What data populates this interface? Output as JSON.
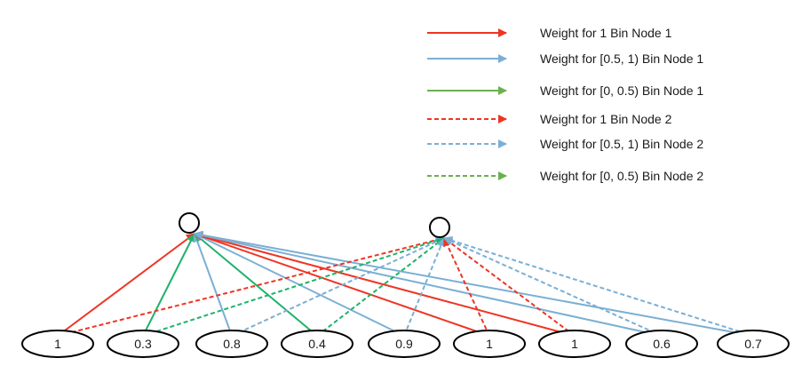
{
  "colors": {
    "red": "#ee3524",
    "blue": "#7bafd4",
    "green": "#1fb26a",
    "green_legend": "#6ab04c",
    "node_stroke": "#000000"
  },
  "legend": [
    {
      "label": "Weight for 1 Bin Node 1",
      "color": "red",
      "style": "solid",
      "icon": "red-solid-arrow-icon"
    },
    {
      "label": "Weight for [0.5, 1) Bin Node 1",
      "color": "blue",
      "style": "solid",
      "icon": "blue-solid-arrow-icon"
    },
    {
      "label": "Weight for [0, 0.5)  Bin Node 1",
      "color": "green_legend",
      "style": "solid",
      "icon": "green-solid-arrow-icon"
    },
    {
      "label": "Weight for 1  Bin Node 2",
      "color": "red",
      "style": "dashed",
      "icon": "red-dashed-arrow-icon"
    },
    {
      "label": "Weight for [0.5, 1) Bin Node 2",
      "color": "blue",
      "style": "dashed",
      "icon": "blue-dashed-arrow-icon"
    },
    {
      "label": "Weight for [0, 0.5) Bin Node 2",
      "color": "green_legend",
      "style": "dashed",
      "icon": "green-dashed-arrow-icon"
    }
  ],
  "output_nodes": [
    {
      "name": "bin-node-1"
    },
    {
      "name": "bin-node-2"
    }
  ],
  "input_nodes": [
    {
      "label": "1",
      "value": 1,
      "bin": "1"
    },
    {
      "label": "0.3",
      "value": 0.3,
      "bin": "[0, 0.5)"
    },
    {
      "label": "0.8",
      "value": 0.8,
      "bin": "[0.5, 1)"
    },
    {
      "label": "0.4",
      "value": 0.4,
      "bin": "[0, 0.5)"
    },
    {
      "label": "0.9",
      "value": 0.9,
      "bin": "[0.5, 1)"
    },
    {
      "label": "1",
      "value": 1,
      "bin": "1"
    },
    {
      "label": "1",
      "value": 1,
      "bin": "1"
    },
    {
      "label": "0.6",
      "value": 0.6,
      "bin": "[0.5, 1)"
    },
    {
      "label": "0.7",
      "value": 0.7,
      "bin": "[0.5, 1)"
    }
  ]
}
